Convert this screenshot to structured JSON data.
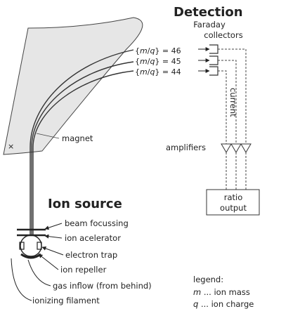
{
  "headings": {
    "detection": "Detection",
    "ion_source": "Ion source"
  },
  "detector": {
    "faraday_line1": "Faraday",
    "faraday_line2": "collectors",
    "current_label": "current",
    "amplifiers_label": "amplifiers",
    "ratio_line1": "ratio",
    "ratio_line2": "output"
  },
  "mass_labels": [
    {
      "m": "m",
      "q": "q",
      "value": "46"
    },
    {
      "m": "m",
      "q": "q",
      "value": "45"
    },
    {
      "m": "m",
      "q": "q",
      "value": "44"
    }
  ],
  "magnet": {
    "label": "magnet",
    "pole_mark": "×"
  },
  "ion_source_labels": {
    "beam_focussing": "beam focussing",
    "ion_accelerator": "ion acelerator",
    "electron_trap": "electron trap",
    "ion_repeller": "ion repeller",
    "gas_inflow": "gas inflow (from behind)",
    "ionizing_filament": "ionizing filament"
  },
  "legend": {
    "title": "legend:",
    "m_symbol": "m",
    "m_text": "... ion mass",
    "q_symbol": "q",
    "q_text": "... ion charge"
  }
}
